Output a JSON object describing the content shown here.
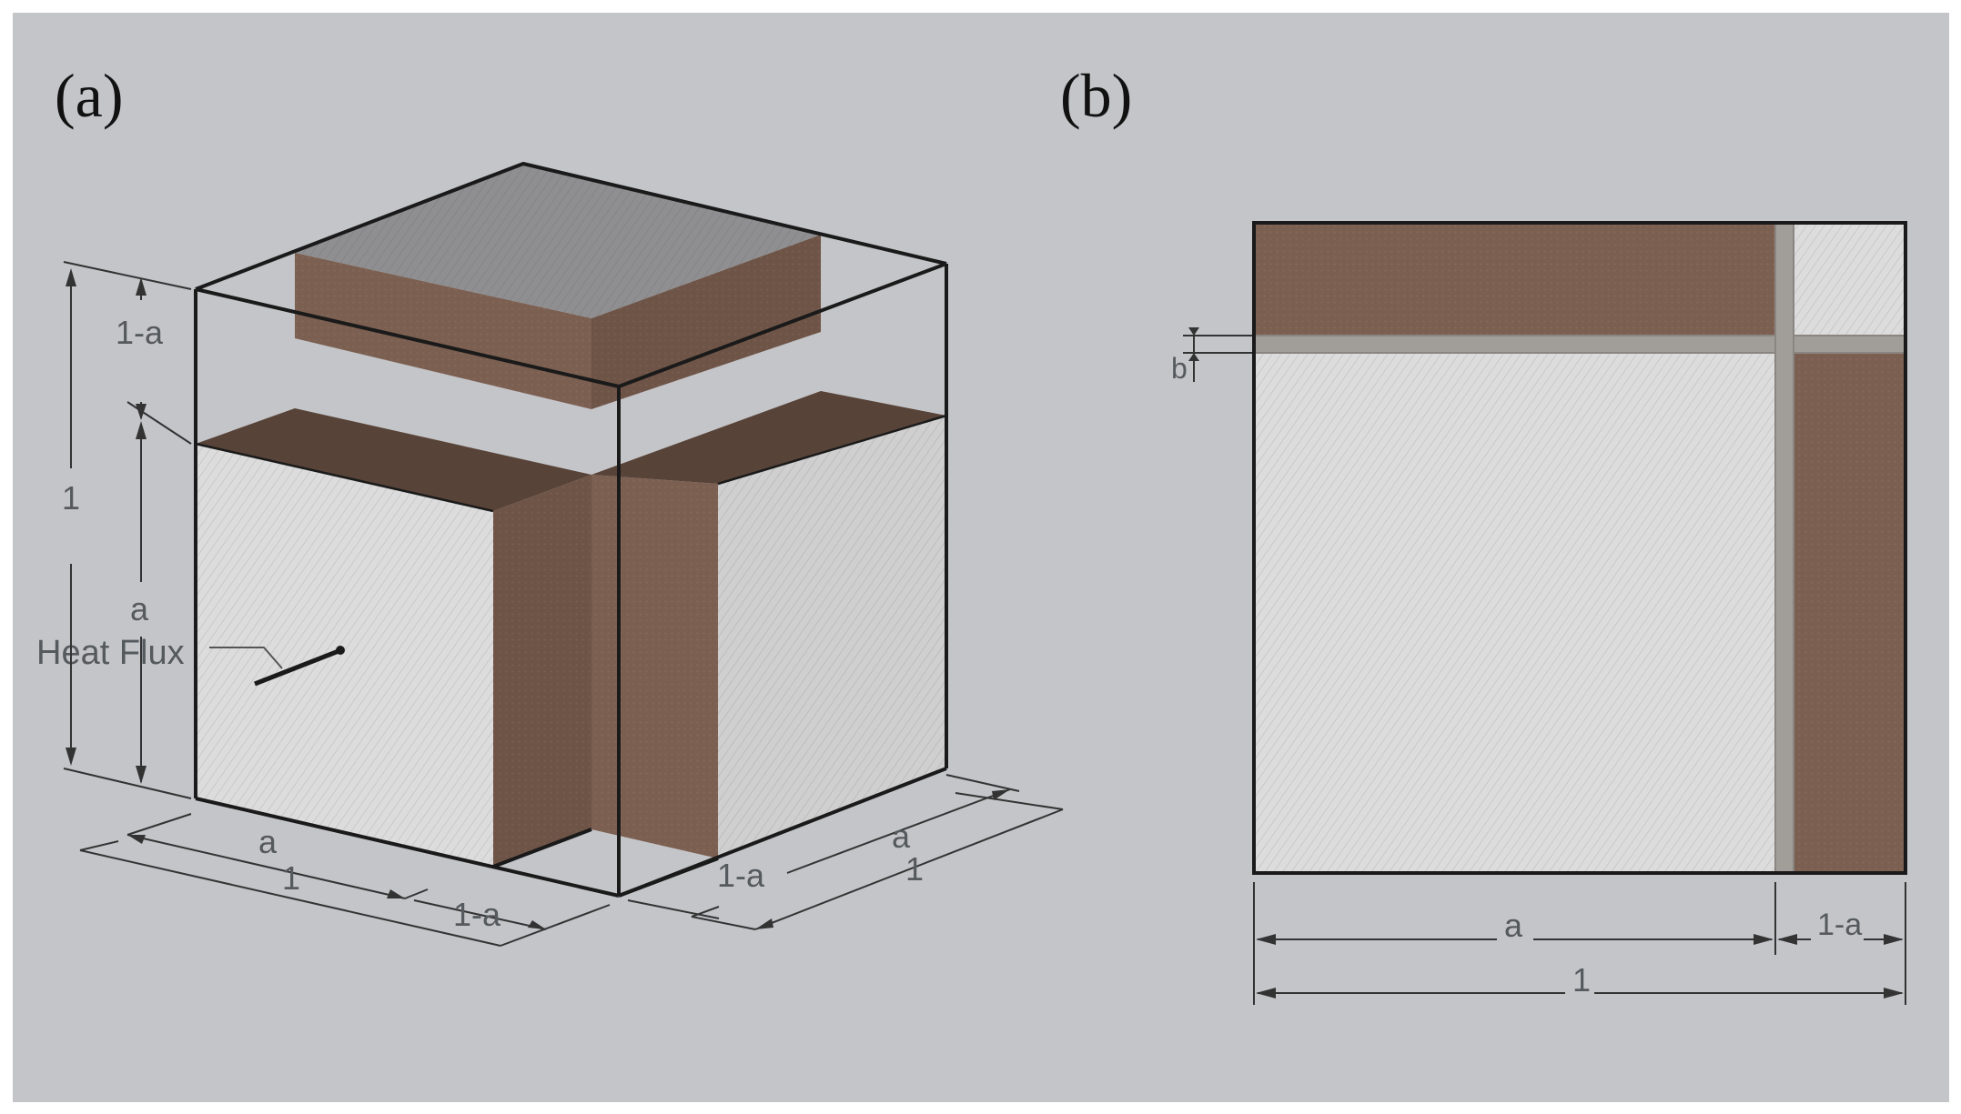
{
  "panels": {
    "a": {
      "label": "(a)"
    },
    "b": {
      "label": "(b)"
    }
  },
  "cube": {
    "dim_one": "1",
    "dim_a": "a",
    "dim_one_minus_a": "1-a",
    "heat_flux": "Heat Flux"
  },
  "plan": {
    "dim_a": "a",
    "dim_one_minus_a": "1-a",
    "dim_one": "1",
    "dim_b": "b"
  },
  "colors": {
    "background": "#c4c5c9",
    "brown": "#7b5f51",
    "dark_brown": "#574338",
    "light_gray": "#dddddd",
    "top_gray": "#8f8f91",
    "line": "#1a1a1a"
  }
}
